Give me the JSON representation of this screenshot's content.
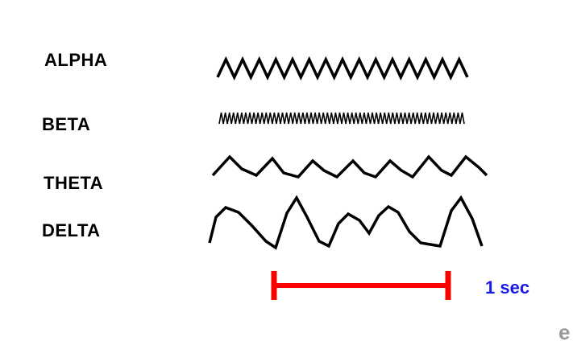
{
  "waves": [
    {
      "label": "ALPHA"
    },
    {
      "label": "BETA"
    },
    {
      "label": "THETA"
    },
    {
      "label": "DELTA"
    }
  ],
  "scale": {
    "label": "1 sec",
    "color": "#ff0000",
    "text_color": "#1a1ae6"
  }
}
